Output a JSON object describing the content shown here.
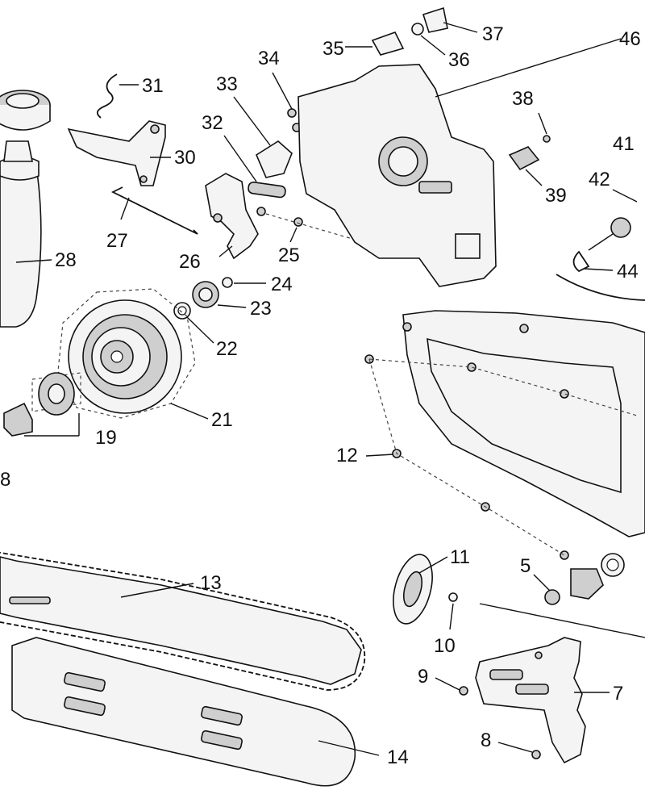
{
  "callouts": {
    "c5": "5",
    "c7": "7",
    "c8": "8",
    "c8b": "8",
    "c9": "9",
    "c10": "10",
    "c11": "11",
    "c12": "12",
    "c13": "13",
    "c14": "14",
    "c19": "19",
    "c21": "21",
    "c22": "22",
    "c23": "23",
    "c24": "24",
    "c25": "25",
    "c26": "26",
    "c27": "27",
    "c28": "28",
    "c30": "30",
    "c31": "31",
    "c32": "32",
    "c33": "33",
    "c34": "34",
    "c35": "35",
    "c36": "36",
    "c37": "37",
    "c38": "38",
    "c39": "39",
    "c41": "41",
    "c42": "42",
    "c44": "44",
    "c46": "46"
  }
}
